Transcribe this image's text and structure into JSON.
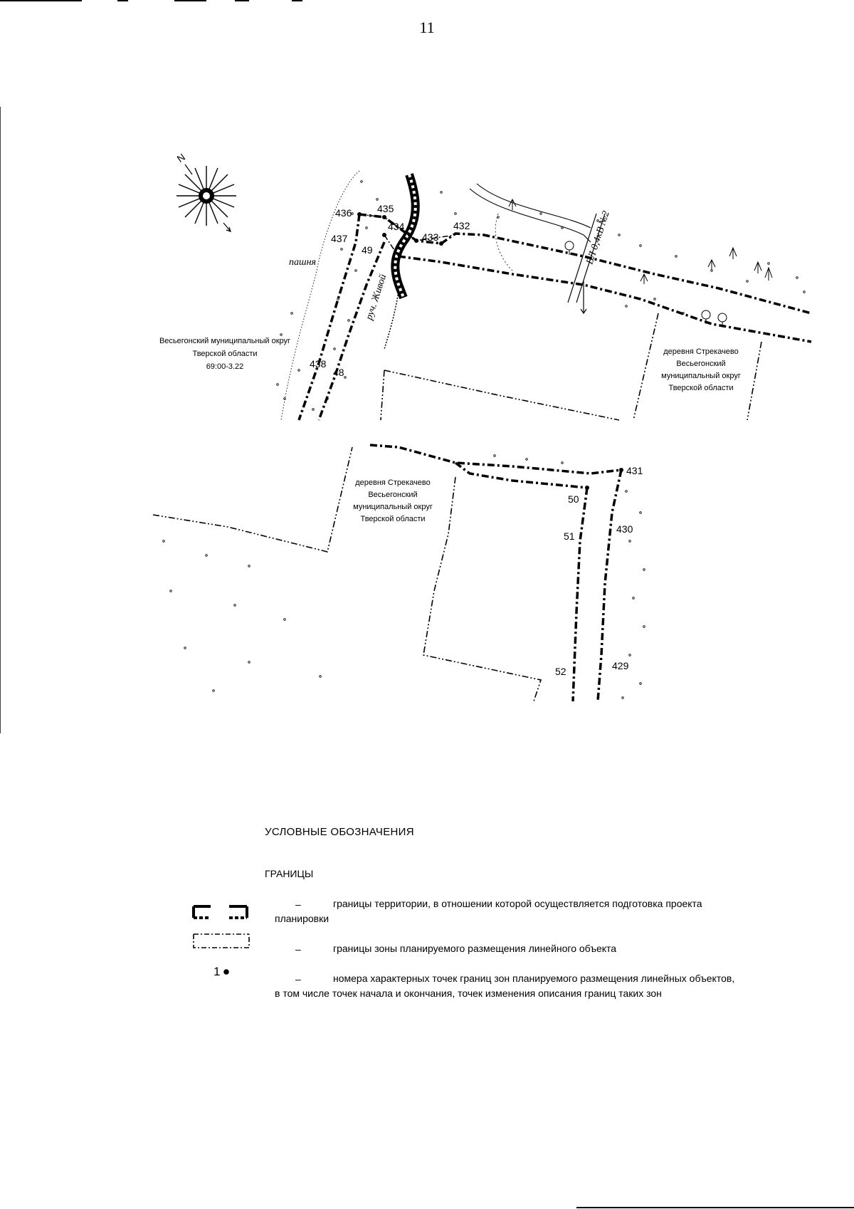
{
  "page_number": "11",
  "map": {
    "labels": {
      "arable": "пашня",
      "stream": "руч. Живой",
      "power_line": "ВЛ 0,4кВ №2",
      "district_west": [
        "Весьегонский муниципальный округ",
        "Тверской области",
        "69:00-3.22"
      ],
      "village_upper": [
        "деревня Стрекачево",
        "Весьегонский",
        "муниципальный округ",
        "Тверской области"
      ],
      "village_lower": [
        "деревня Стрекачево",
        "Весьегонский",
        "муниципальный округ",
        "Тверской области"
      ]
    },
    "points": {
      "p436": "436",
      "p435": "435",
      "p434": "434",
      "p437": "437",
      "p49": "49",
      "p433": "433",
      "p432": "432",
      "p438": "438",
      "p48": "48",
      "p431": "431",
      "p50": "50",
      "p51": "51",
      "p430": "430",
      "p52": "52",
      "p429": "429"
    },
    "compass": {
      "north": "N",
      "icon": "compass-rose-icon"
    }
  },
  "legend": {
    "title": "УСЛОВНЫЕ ОБОЗНАЧЕНИЯ",
    "subtitle": "ГРАНИЦЫ",
    "items": [
      {
        "symbol": "territory-boundary-symbol",
        "dash": "–",
        "text_first": "границы территории, в отношении которой осуществляется подготовка проекта",
        "text_rest": "планировки"
      },
      {
        "symbol": "zone-boundary-symbol",
        "dash": "–",
        "text_first": "границы зоны планируемого размещения линейного объекта",
        "text_rest": ""
      },
      {
        "symbol_text": "1",
        "symbol": "point-number-symbol",
        "dash": "–",
        "text_first": "номера характерных точек границ зон планируемого размещения линейных объектов,",
        "text_rest": "в том числе точек начала и окончания, точек изменения описания границ таких зон"
      }
    ]
  },
  "colors": {
    "ink": "#000000",
    "paper": "#ffffff"
  }
}
